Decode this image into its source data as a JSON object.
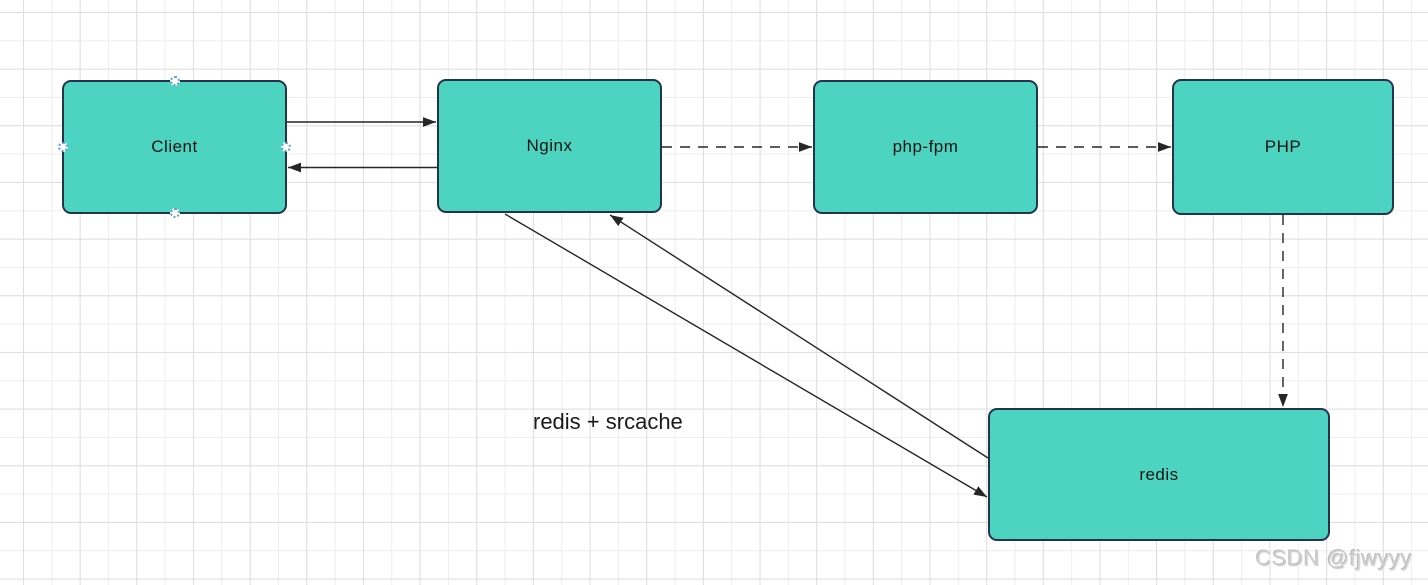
{
  "diagram": {
    "nodes": [
      {
        "id": "client",
        "label": "Client",
        "selected": true
      },
      {
        "id": "nginx",
        "label": "Nginx",
        "selected": false
      },
      {
        "id": "php-fpm",
        "label": "php-fpm",
        "selected": false
      },
      {
        "id": "php",
        "label": "PHP",
        "selected": false
      },
      {
        "id": "redis",
        "label": "redis",
        "selected": false
      }
    ],
    "edges": [
      {
        "from": "client",
        "to": "nginx",
        "style": "solid"
      },
      {
        "from": "nginx",
        "to": "client",
        "style": "solid"
      },
      {
        "from": "nginx",
        "to": "php-fpm",
        "style": "dashed"
      },
      {
        "from": "php-fpm",
        "to": "php",
        "style": "dashed"
      },
      {
        "from": "php",
        "to": "redis",
        "style": "dashed"
      },
      {
        "from": "nginx",
        "to": "redis",
        "style": "solid"
      },
      {
        "from": "redis",
        "to": "nginx",
        "style": "solid"
      }
    ],
    "annotation": "redis + srcache"
  },
  "watermark": "CSDN @fjwyyy",
  "colors": {
    "node_fill": "#4dd4c1",
    "node_border": "#25344e",
    "connector": "#262626",
    "handle_ring": "#5b9bd5",
    "grid_major": "#dedede",
    "grid_minor": "#ededed"
  }
}
